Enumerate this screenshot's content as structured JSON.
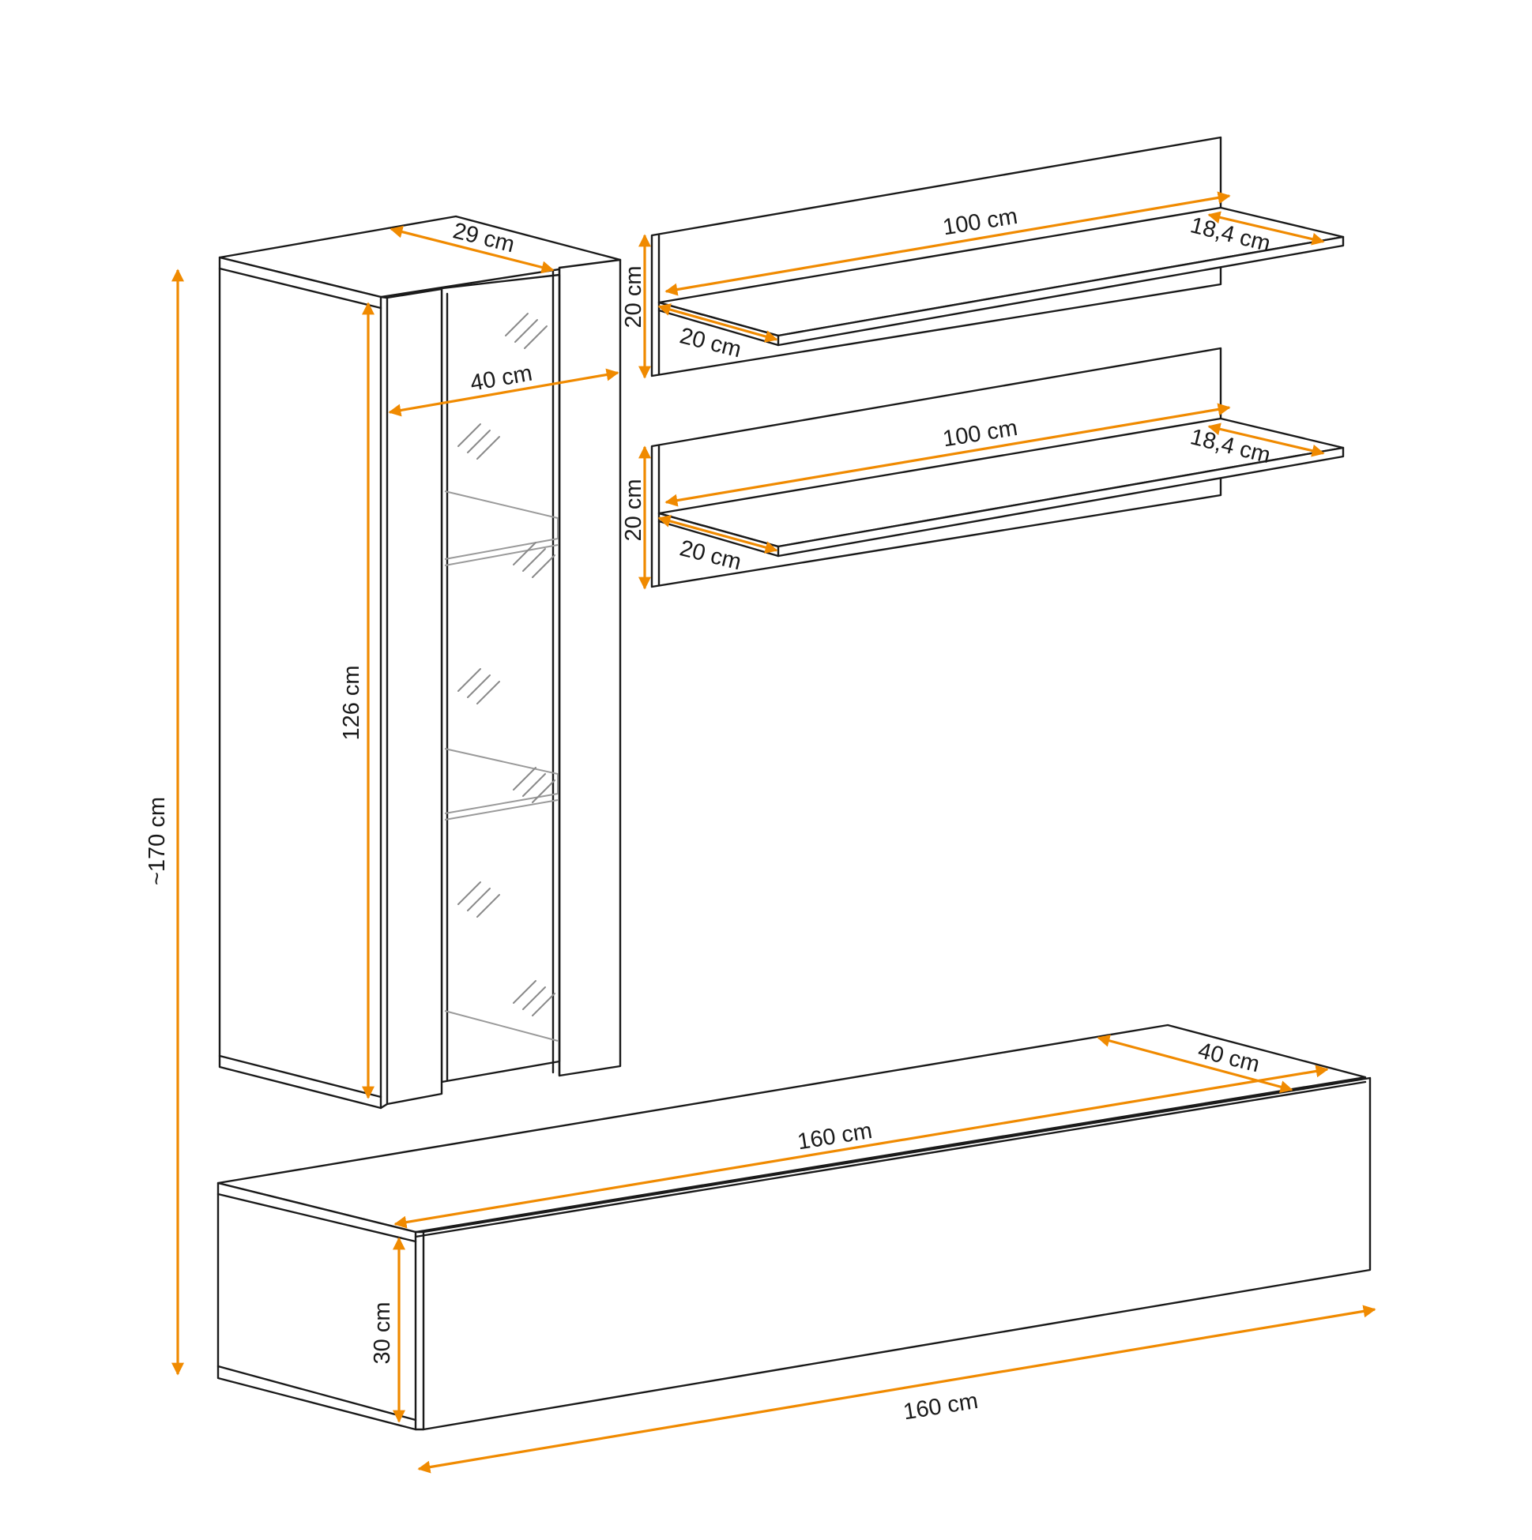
{
  "colors": {
    "dimension": "#f08a00",
    "outline": "#1a1a1a",
    "glass": "#8a8a8a"
  },
  "dimensions": {
    "total_height": "~170 cm",
    "cabinet_depth": "29 cm",
    "cabinet_width": "40 cm",
    "cabinet_height": "126 cm",
    "shelf_top_length": "100 cm",
    "shelf_top_depth": "18,4 cm",
    "shelf_top_height": "20 cm",
    "shelf_top_side": "20 cm",
    "shelf_bottom_length": "100 cm",
    "shelf_bottom_depth": "18,4 cm",
    "shelf_bottom_height": "20 cm",
    "shelf_bottom_side": "20 cm",
    "tv_depth": "40 cm",
    "tv_top_length": "160 cm",
    "tv_height": "30 cm",
    "tv_bottom_length": "160 cm"
  }
}
